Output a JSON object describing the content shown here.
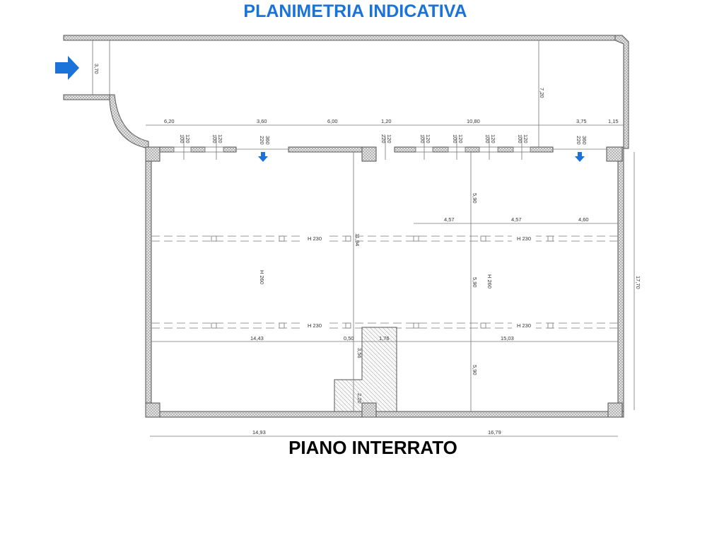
{
  "title": "PLANIMETRIA INDICATIVA",
  "subtitle": "PIANO INTERRATO",
  "colors": {
    "title": "#1a73d9",
    "arrow": "#1a73d9",
    "subtitle": "#000000"
  },
  "icons": {
    "entrance": "arrow-right-icon",
    "access": "arrow-down-icon"
  },
  "dimensions": {
    "entrance_width": "3,70",
    "courtyard_depth": "7,20",
    "top": [
      "6,20",
      "3,60",
      "6,00",
      "1,20",
      "10,80",
      "3,75",
      "1,15"
    ],
    "window_labels": {
      "upper": "120",
      "lower": "100"
    },
    "door_labels": {
      "upper": "360",
      "lower": "220"
    },
    "small_door": {
      "upper": "120",
      "lower": "220"
    },
    "bays": [
      "4,57",
      "4,57",
      "4,60"
    ],
    "vertical_left": "11,94",
    "vertical_right": [
      "5,90",
      "5,90",
      "5,90"
    ],
    "ceiling_height": "H 260",
    "beam_height": "H 230",
    "left_span": "14,43",
    "gap": "0,50",
    "ramp_width": "1,76",
    "right_span": "15,03",
    "ramp_upper": "3,56",
    "ramp_lower": "2,20",
    "total_height": "17,70",
    "bottom_left": "14,93",
    "bottom_right": "16,79"
  }
}
